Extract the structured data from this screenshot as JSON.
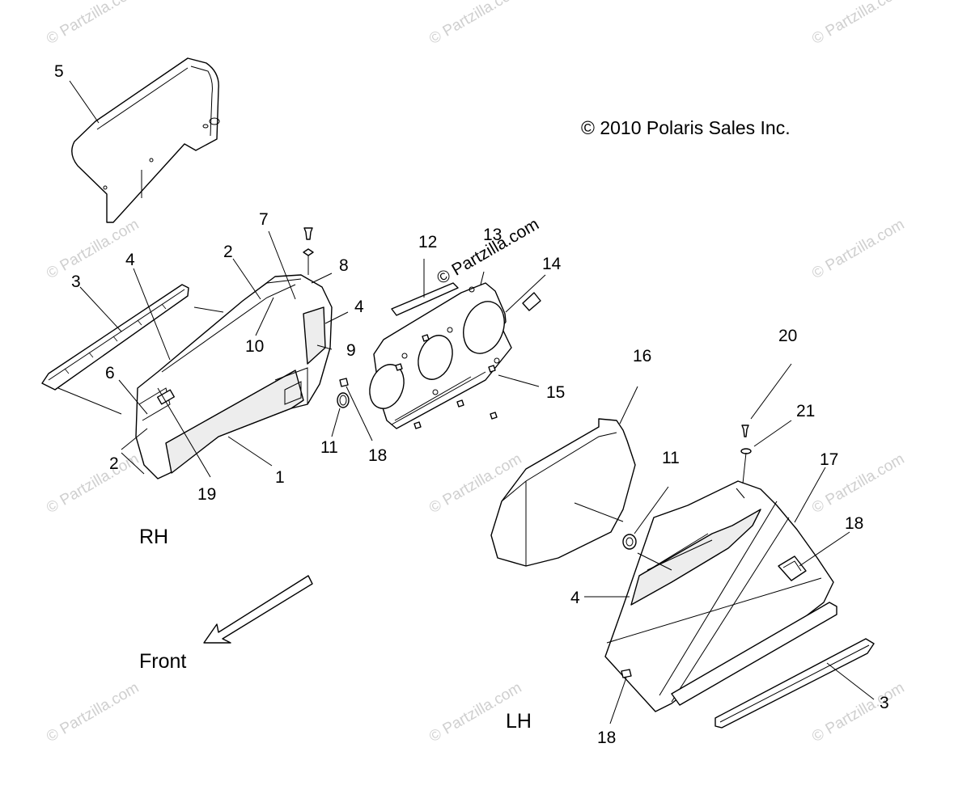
{
  "copyright": "© 2010 Polaris Sales Inc.",
  "side_labels": {
    "rh": "RH",
    "lh": "LH",
    "front": "Front"
  },
  "watermark": "© Partzilla.com",
  "callouts": {
    "c1": "1",
    "c2a": "2",
    "c2b": "2",
    "c3a": "3",
    "c3b": "3",
    "c4a": "4",
    "c4b": "4",
    "c4c": "4",
    "c5": "5",
    "c6": "6",
    "c7": "7",
    "c8": "8",
    "c9": "9",
    "c10": "10",
    "c11a": "11",
    "c11b": "11",
    "c12": "12",
    "c13": "13",
    "c14": "14",
    "c15": "15",
    "c16": "16",
    "c17": "17",
    "c18a": "18",
    "c18b": "18",
    "c18c": "18",
    "c19": "19",
    "c20": "20",
    "c21": "21"
  }
}
